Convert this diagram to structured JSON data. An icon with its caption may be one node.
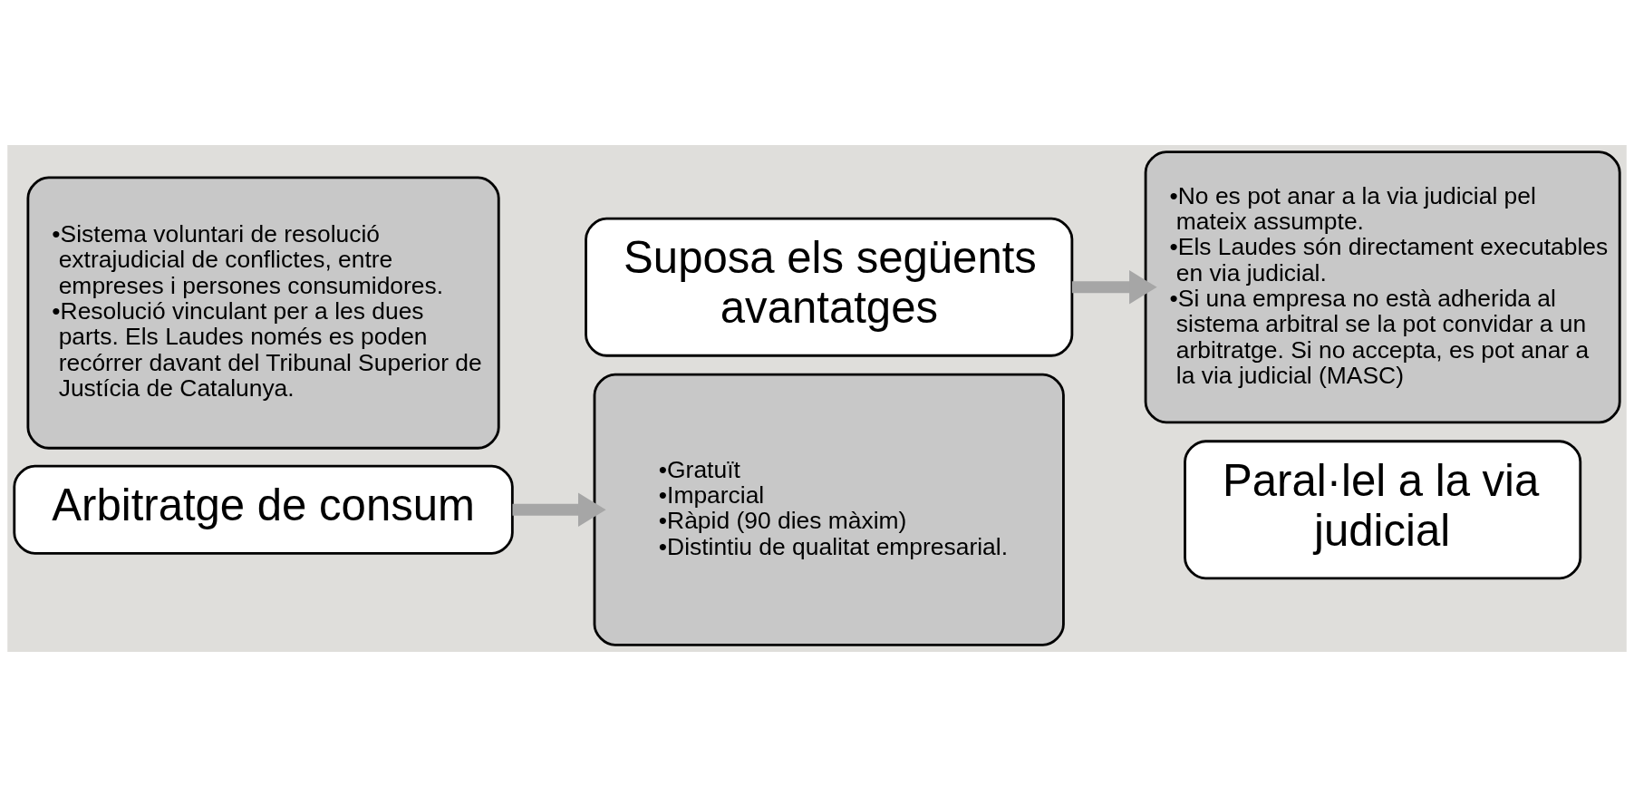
{
  "diagram": {
    "nodes": [
      {
        "text": [
          "•Sistema voluntari de resolució extrajudicial de conflictes, entre empreses i persones consumidores.",
          "•Resolució vinculant per a les dues parts. Els Laudes només es poden recórrer davant del Tribunal Superior de Justícia de Catalunya."
        ]
      },
      {
        "text": [
          "Arbitratge de consum"
        ]
      },
      {
        "text": [
          "Suposa els següents avantatges"
        ]
      },
      {
        "text": [
          "•Gratuït",
          "•Imparcial",
          "•Ràpid (90 dies màxim)",
          "•Distintiu de qualitat empresarial."
        ]
      },
      {
        "text": [
          "•No es pot anar a la via judicial pel mateix assumpte.",
          "•Els Laudes són directament executables en via judicial.",
          "•Si una empresa no està adherida al sistema arbitral se la pot convidar a un arbitratge. Si no accepta, es pot anar a la via judicial (MASC)"
        ]
      },
      {
        "text": [
          "Paral·lel a la via judicial"
        ]
      }
    ],
    "edges": [
      {
        "from": 1,
        "to": 3,
        "arrow": "to"
      },
      {
        "from": 2,
        "to": 4,
        "arrow": "to"
      }
    ]
  }
}
